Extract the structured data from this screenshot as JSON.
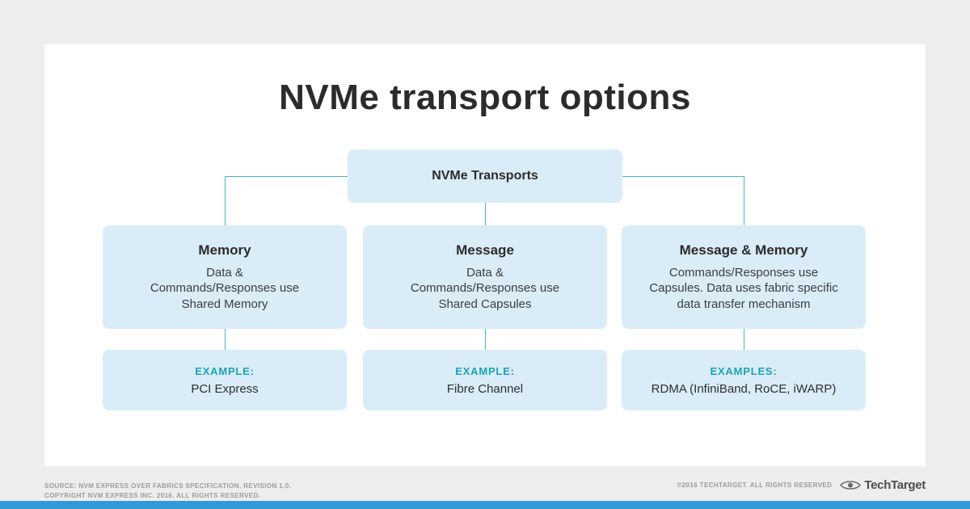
{
  "title": "NVMe transport options",
  "tree": {
    "root_label": "NVMe Transports",
    "columns": [
      {
        "heading": "Memory",
        "description": "Data & Commands/Responses use Shared Memory",
        "example_label": "EXAMPLE:",
        "example_value": "PCI Express"
      },
      {
        "heading": "Message",
        "description": "Data & Commands/Responses use Shared Capsules",
        "example_label": "EXAMPLE:",
        "example_value": "Fibre Channel"
      },
      {
        "heading": "Message & Memory",
        "description": "Commands/Responses use Capsules. Data uses fabric specific data transfer mechanism",
        "example_label": "EXAMPLES:",
        "example_value": "RDMA (InfiniBand, RoCE, iWARP)"
      }
    ]
  },
  "footer": {
    "source_line1": "SOURCE: NVM EXPRESS OVER FABRICS SPECIFICATION, REVISION 1.0.",
    "source_line2": "COPYRIGHT NVM EXPRESS INC. 2016. ALL RIGHTS RESERVED.",
    "copyright": "©2016 TECHTARGET. ALL RIGHTS RESERVED",
    "brand": "TechTarget"
  },
  "colors": {
    "box_fill": "#d9ecf8",
    "accent_teal": "#1ba3b4",
    "connector_teal": "#45b4c2",
    "bottom_bar_blue": "#2e9bd6",
    "background": "#ededee"
  }
}
